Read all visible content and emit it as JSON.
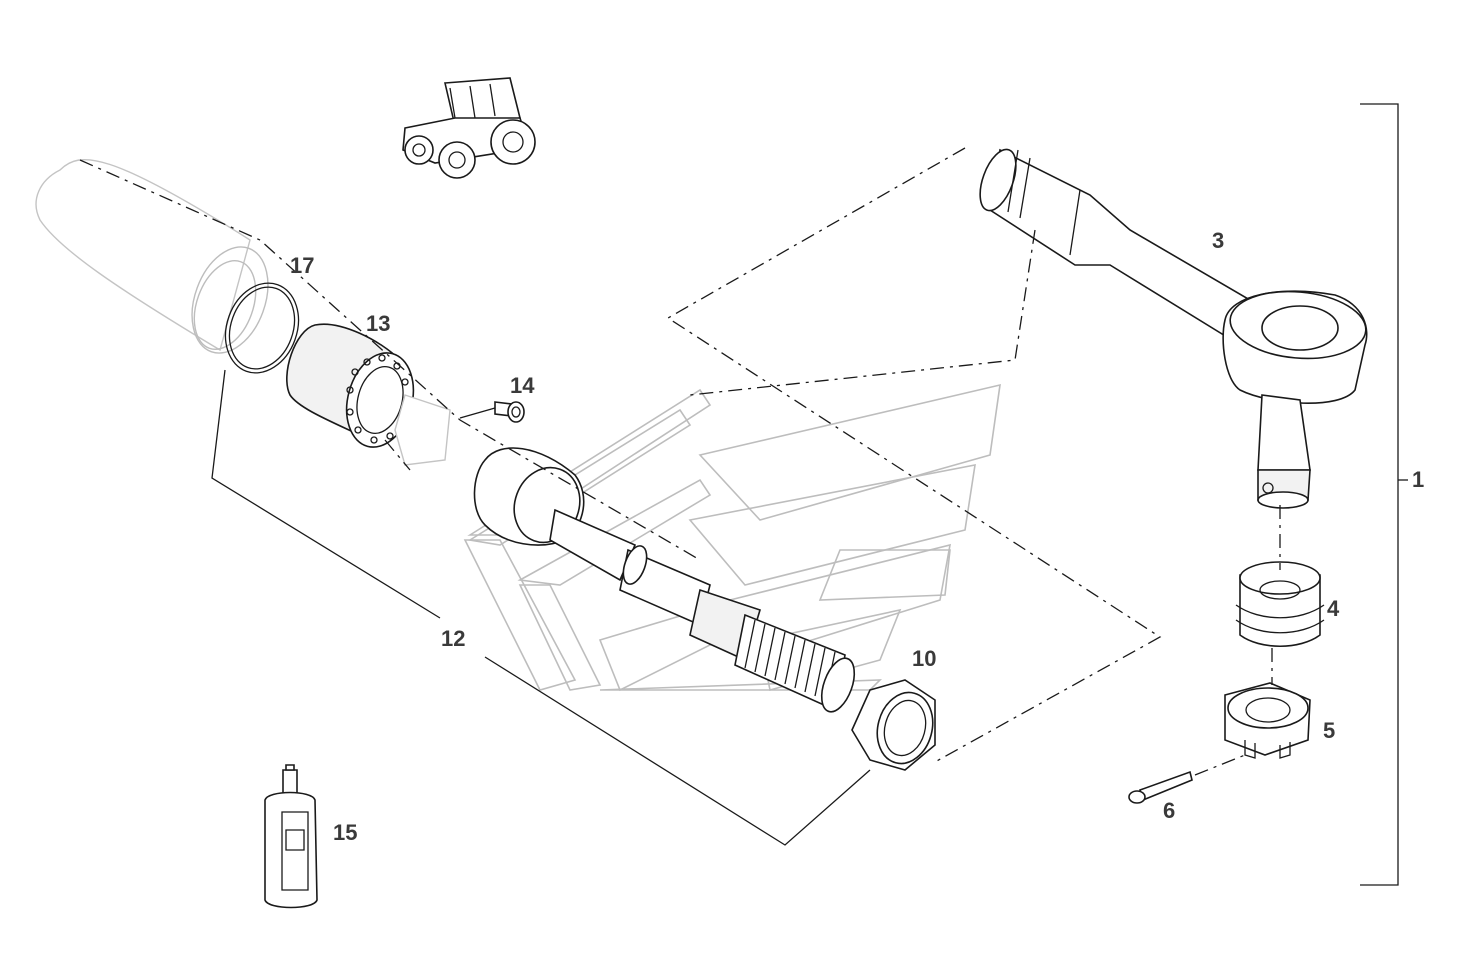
{
  "diagram": {
    "callouts": {
      "c1": "1",
      "c3": "3",
      "c4": "4",
      "c5": "5",
      "c6": "6",
      "c10": "10",
      "c12": "12",
      "c13": "13",
      "c14": "14",
      "c15": "15",
      "c17": "17"
    },
    "icons": [
      "tractor-icon",
      "adhesive-bottle-icon"
    ],
    "colors": {
      "line": "#1a1a1a",
      "callout": "#3a3a3a",
      "ghost": "#bdbdbd",
      "background": "#ffffff"
    }
  }
}
